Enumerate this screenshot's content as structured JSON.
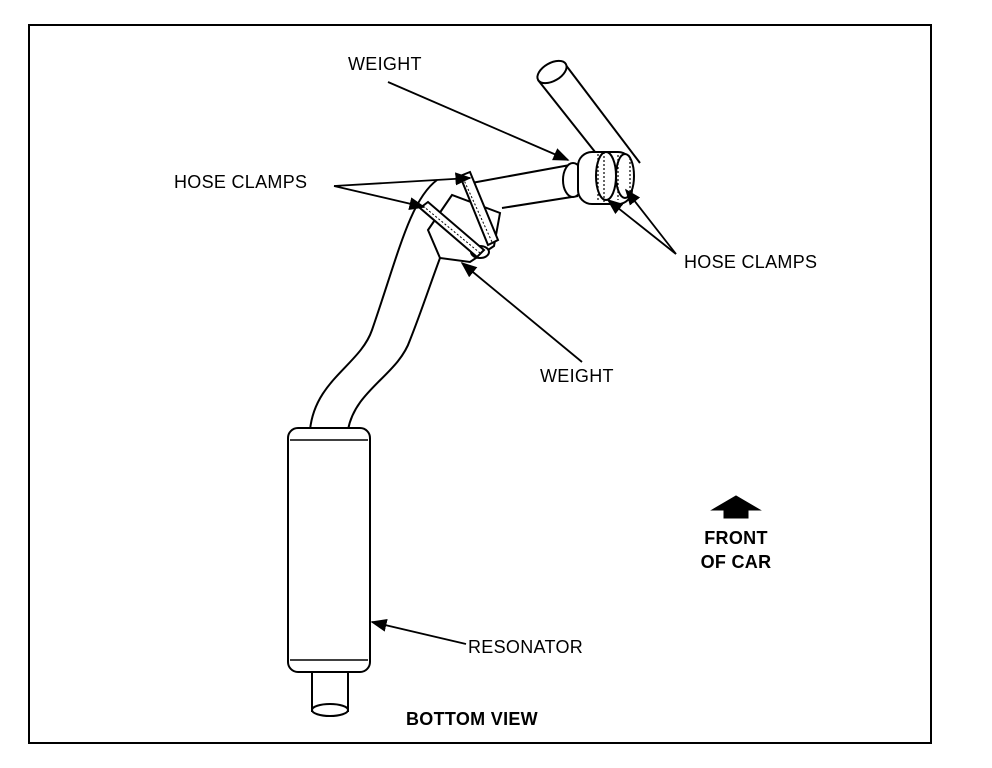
{
  "labels": {
    "weight_top": "WEIGHT",
    "hose_clamps_left": "HOSE CLAMPS",
    "hose_clamps_right": "HOSE CLAMPS",
    "weight_bottom": "WEIGHT",
    "resonator": "RESONATOR",
    "bottom_view": "BOTTOM VIEW",
    "front_line1": "FRONT",
    "front_line2": "OF CAR"
  },
  "colors": {
    "ink": "#000000",
    "paper": "#ffffff"
  },
  "icons": {
    "front_arrow": "up-arrow-icon"
  }
}
